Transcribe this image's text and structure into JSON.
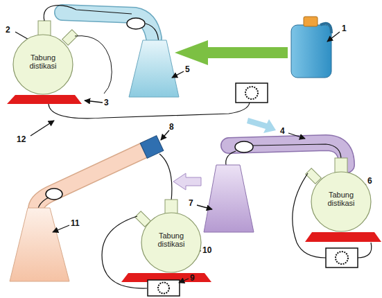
{
  "diagram": {
    "nodes": [
      {
        "text": [
          "Tabung distikasi"
        ]
      },
      {
        "text": [
          "Tabung distikasi"
        ]
      },
      {
        "text": [
          "Tabung distikasi"
        ]
      }
    ],
    "labels": [
      "2",
      "1",
      "5",
      "3",
      "12",
      "4",
      "6",
      "8",
      "7",
      "11",
      "10",
      "9"
    ]
  }
}
